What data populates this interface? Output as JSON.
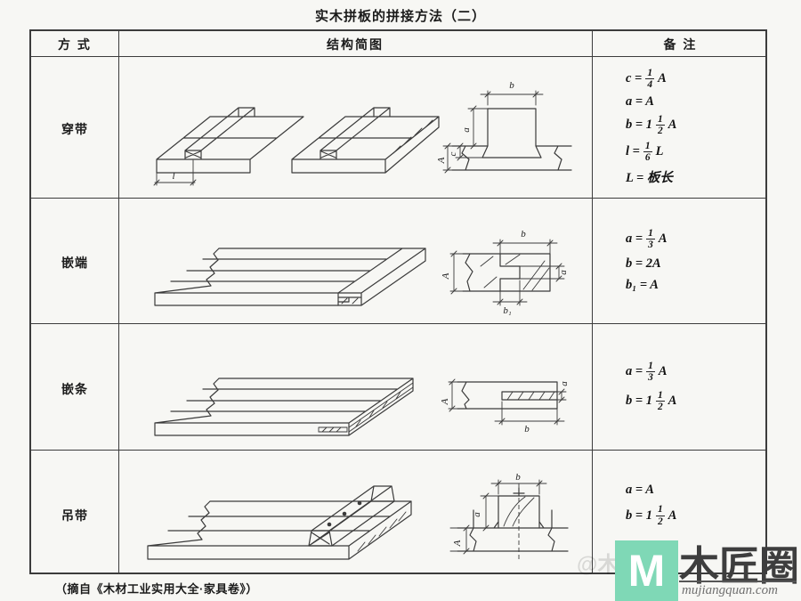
{
  "page": {
    "title": "实木拼板的拼接方法（二）",
    "caption": "（摘自《木材工业实用大全·家具卷》）"
  },
  "table": {
    "headers": {
      "method": "方  式",
      "diagram": "结构简图",
      "notes": "备  注"
    }
  },
  "rows": [
    {
      "method": "穿带",
      "formulas": [
        {
          "pre": "c =",
          "num": "1",
          "den": "4",
          "post": "A"
        },
        {
          "pre": "a = A"
        },
        {
          "pre": "b = 1",
          "num": "1",
          "den": "2",
          "post": "A"
        },
        {
          "pre": "l =",
          "num": "1",
          "den": "6",
          "post": "L"
        },
        {
          "pre": "L = 板长"
        }
      ]
    },
    {
      "method": "嵌端",
      "formulas": [
        {
          "pre": "a =",
          "num": "1",
          "den": "3",
          "post": "A"
        },
        {
          "pre": "b = 2A"
        },
        {
          "pre": "b₁ = A"
        }
      ]
    },
    {
      "method": "嵌条",
      "formulas": [
        {
          "pre": "a =",
          "num": "1",
          "den": "3",
          "post": "A"
        },
        {
          "pre": "b = 1",
          "num": "1",
          "den": "2",
          "post": "A"
        }
      ]
    },
    {
      "method": "吊带",
      "formulas": [
        {
          "pre": "a = A"
        },
        {
          "pre": "b = 1",
          "num": "1",
          "den": "2",
          "post": "A"
        }
      ]
    }
  ],
  "labels": {
    "A": "A",
    "a": "a",
    "b": "b",
    "b1": "b₁",
    "c": "c",
    "l": "l",
    "L": "L"
  },
  "watermark": {
    "letter": "M",
    "brand": "木匠圈",
    "domain": "mujiangquan.com",
    "accent_green": "#7fd8b6",
    "ghost": "@木匠圈"
  }
}
